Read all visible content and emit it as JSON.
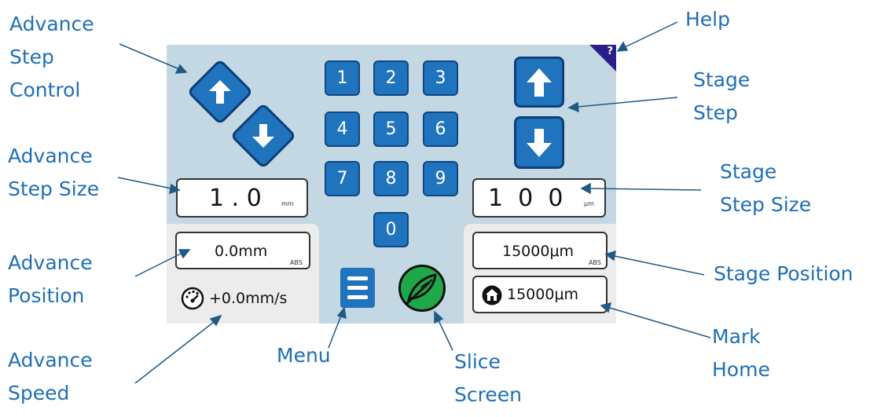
{
  "callouts": {
    "advance_step_control": "Advance\nStep\nControl",
    "advance_step_size": "Advance\nStep Size",
    "advance_position": "Advance\nPosition",
    "advance_speed": "Advance\nSpeed",
    "menu": "Menu",
    "slice_screen": "Slice\nScreen",
    "help": "Help",
    "stage_step": "Stage\nStep",
    "stage_step_size": "Stage\nStep Size",
    "stage_position": "Stage Position",
    "mark_home": "Mark\nHome"
  },
  "screen": {
    "help_icon": "?",
    "keypad": [
      "1",
      "2",
      "3",
      "4",
      "5",
      "6",
      "7",
      "8",
      "9",
      "0"
    ],
    "advance_step_size": {
      "digits": "1 . 0",
      "unit": "mm"
    },
    "stage_step_size": {
      "digits": "1  0  0",
      "unit": "μm"
    },
    "advance_position": {
      "value": "0.0mm",
      "tag": "ABS"
    },
    "stage_position": {
      "value": "15000μm",
      "tag": "ABS"
    },
    "advance_speed": {
      "value": "+0.0mm/s"
    },
    "home_position": {
      "value": "15000μm"
    }
  },
  "colors": {
    "screen_bg": "#c3d8e2",
    "button_blue": "#1f74bd",
    "callout_text": "#1f6fb5",
    "slice_green": "#1ea84a",
    "arrow_line": "#1f5a86"
  },
  "icons": [
    "arrow-up-left-icon",
    "arrow-down-right-icon",
    "arrow-up-icon",
    "arrow-down-icon",
    "help-icon",
    "menu-icon",
    "slice-leaf-icon",
    "speedometer-icon",
    "home-icon"
  ]
}
